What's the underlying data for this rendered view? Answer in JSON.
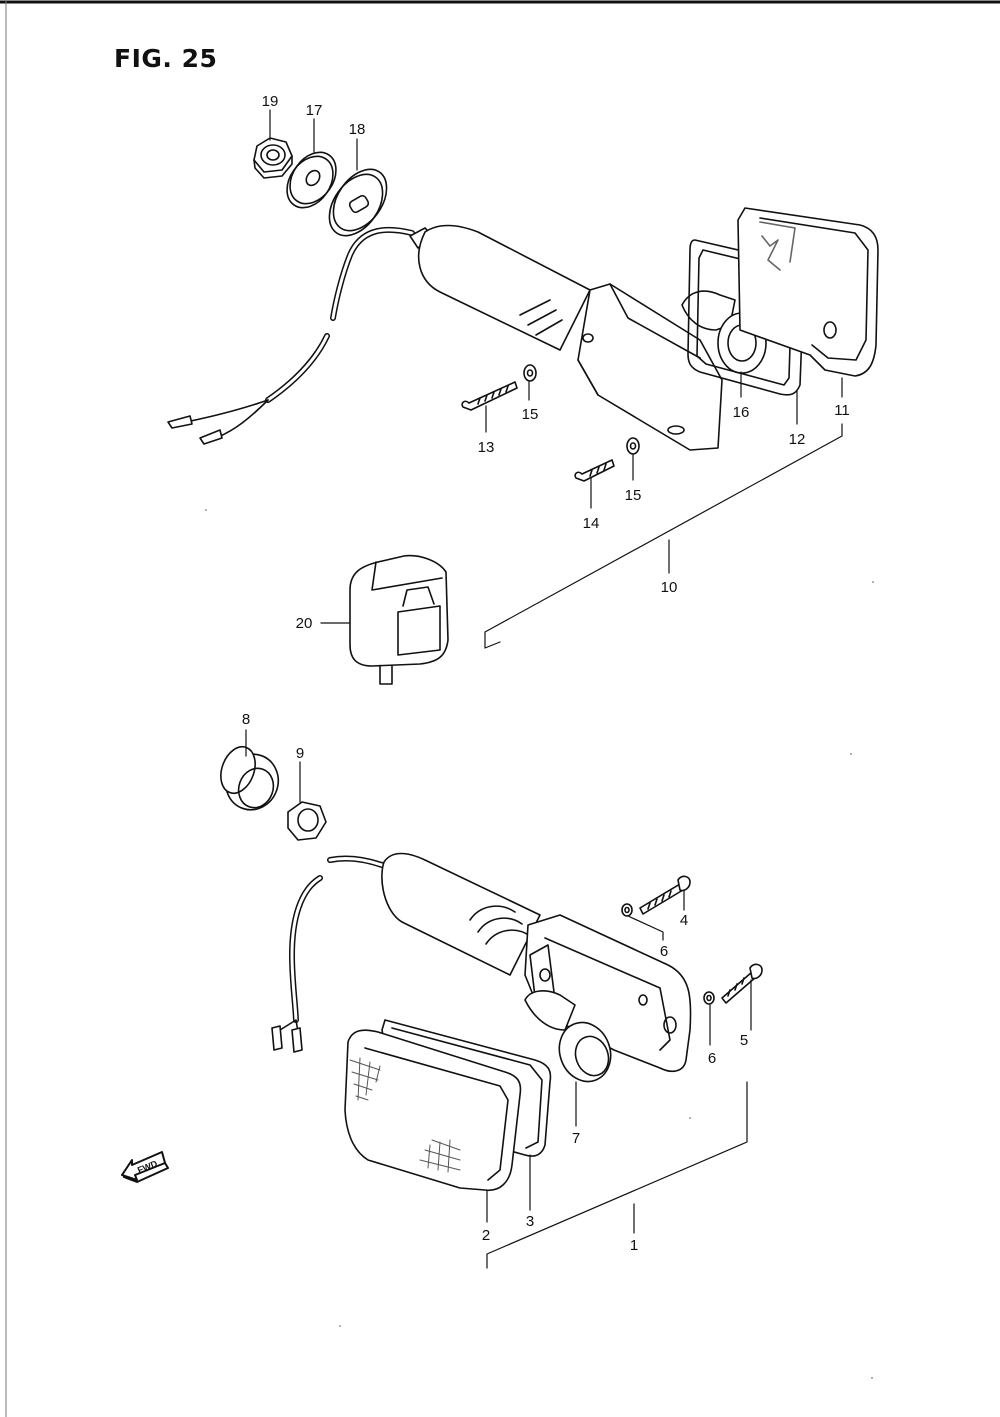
{
  "title": "FIG. 25",
  "direction_badge": "FWD",
  "callouts": {
    "c1": "1",
    "c2": "2",
    "c3": "3",
    "c4": "4",
    "c5": "5",
    "c6a": "6",
    "c6b": "6",
    "c7": "7",
    "c8": "8",
    "c9": "9",
    "c10": "10",
    "c11": "11",
    "c12": "12",
    "c13": "13",
    "c14": "14",
    "c15a": "15",
    "c15b": "15",
    "c16": "16",
    "c17": "17",
    "c18": "18",
    "c19": "19",
    "c20": "20"
  }
}
